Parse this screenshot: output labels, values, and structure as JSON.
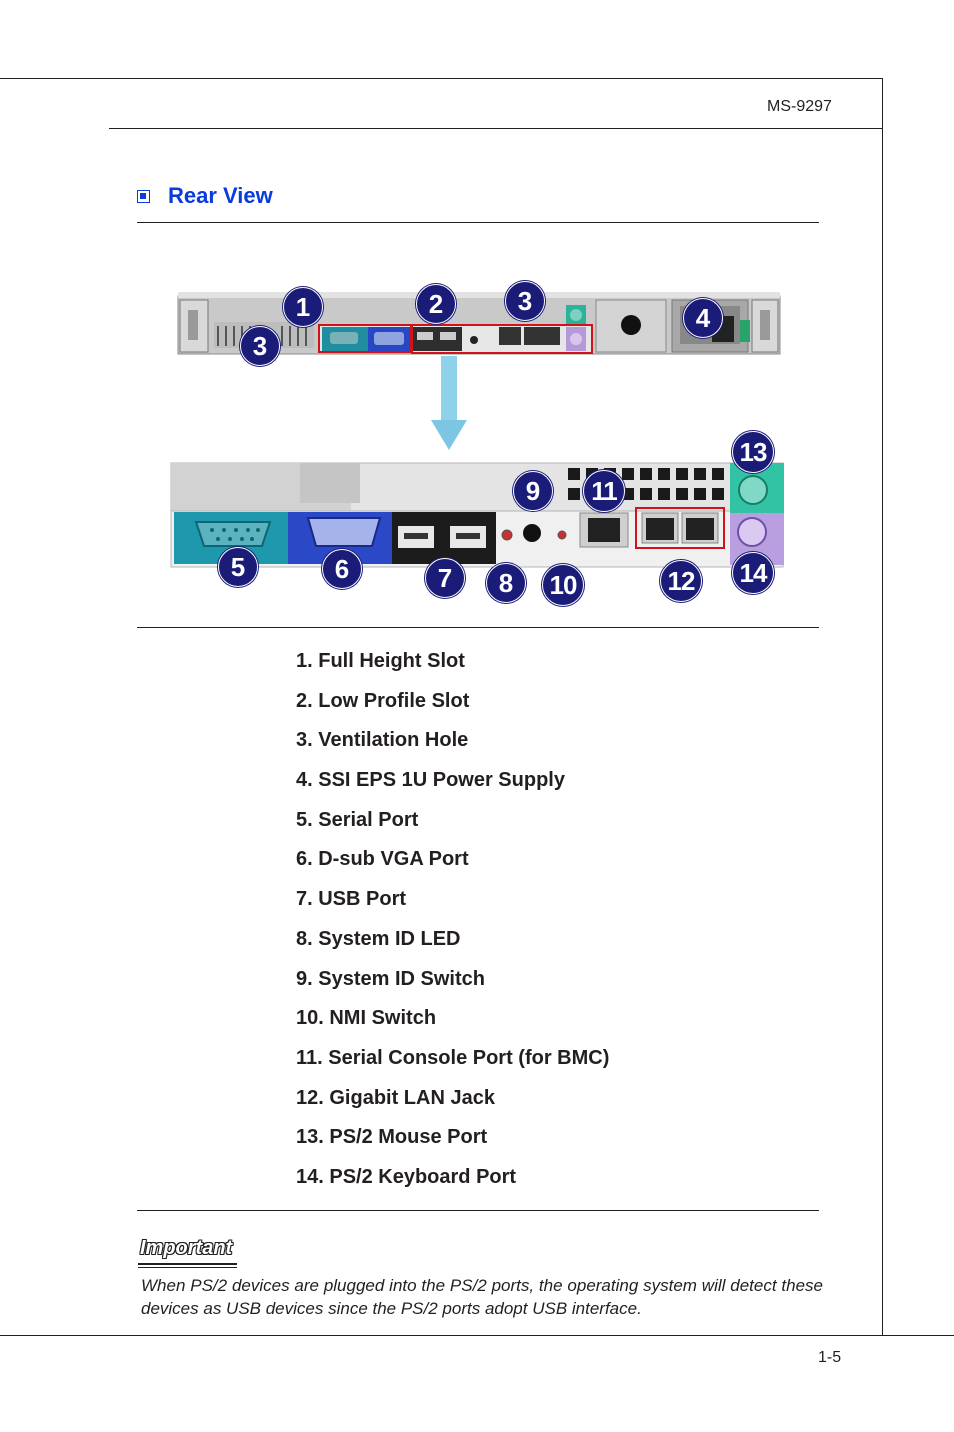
{
  "header": {
    "model": "MS-9297"
  },
  "section": {
    "title": "Rear View"
  },
  "diagram": {
    "callouts": [
      "1",
      "2",
      "3",
      "3",
      "4",
      "5",
      "6",
      "7",
      "8",
      "9",
      "10",
      "11",
      "12",
      "13",
      "14"
    ]
  },
  "components": [
    "1.   Full Height Slot",
    "2.   Low Profile Slot",
    "3.   Ventilation Hole",
    "4.   SSI EPS 1U Power Supply",
    "5.   Serial Port",
    "6.   D-sub VGA Port",
    "7.   USB Port",
    "8.   System ID LED",
    "9.   System ID Switch",
    "10. NMI Switch",
    "11. Serial Console Port (for BMC)",
    "12. Gigabit LAN Jack",
    "13. PS/2 Mouse Port",
    "14. PS/2 Keyboard Port"
  ],
  "important": {
    "title": "Important",
    "text": "When PS/2 devices are plugged into the PS/2 ports, the operating system will detect these devices as USB devices since the PS/2 ports adopt USB interface."
  },
  "footer": {
    "page_number": "1-5"
  },
  "colors": {
    "title_blue": "#0a3bdc",
    "callout_navy": "#1a1c78",
    "highlight_red": "#d0121b",
    "arrow_blue": "#7cc6e4"
  }
}
